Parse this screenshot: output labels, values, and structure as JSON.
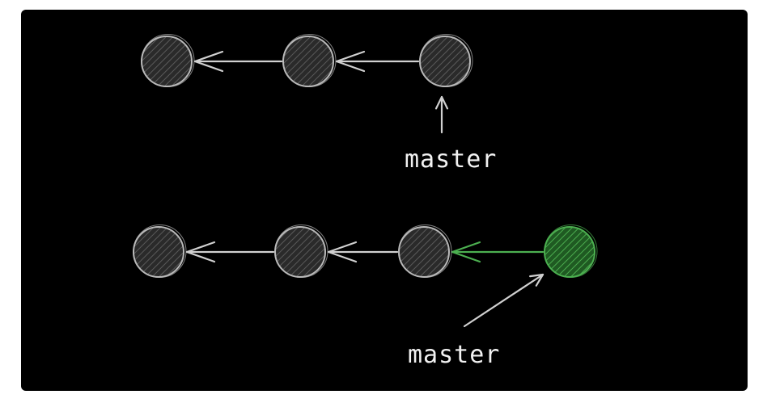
{
  "colors": {
    "background": "#000000",
    "page": "#ffffff",
    "commit_stroke": "#b9b9b9",
    "commit_fill": "#2a2a2a",
    "new_commit_stroke": "#4caf50",
    "new_commit_fill": "#1f5a22",
    "arrow": "#d0d0d0",
    "new_arrow": "#4caf50",
    "label": "#f2f2f2"
  },
  "diagrams": [
    {
      "id": "before",
      "pointer_label": "master",
      "commits": [
        {
          "id": "c1",
          "highlight": false
        },
        {
          "id": "c2",
          "highlight": false
        },
        {
          "id": "c3",
          "highlight": false
        }
      ]
    },
    {
      "id": "after",
      "pointer_label": "master",
      "commits": [
        {
          "id": "c1",
          "highlight": false
        },
        {
          "id": "c2",
          "highlight": false
        },
        {
          "id": "c3",
          "highlight": false
        },
        {
          "id": "c4",
          "highlight": true
        }
      ]
    }
  ]
}
